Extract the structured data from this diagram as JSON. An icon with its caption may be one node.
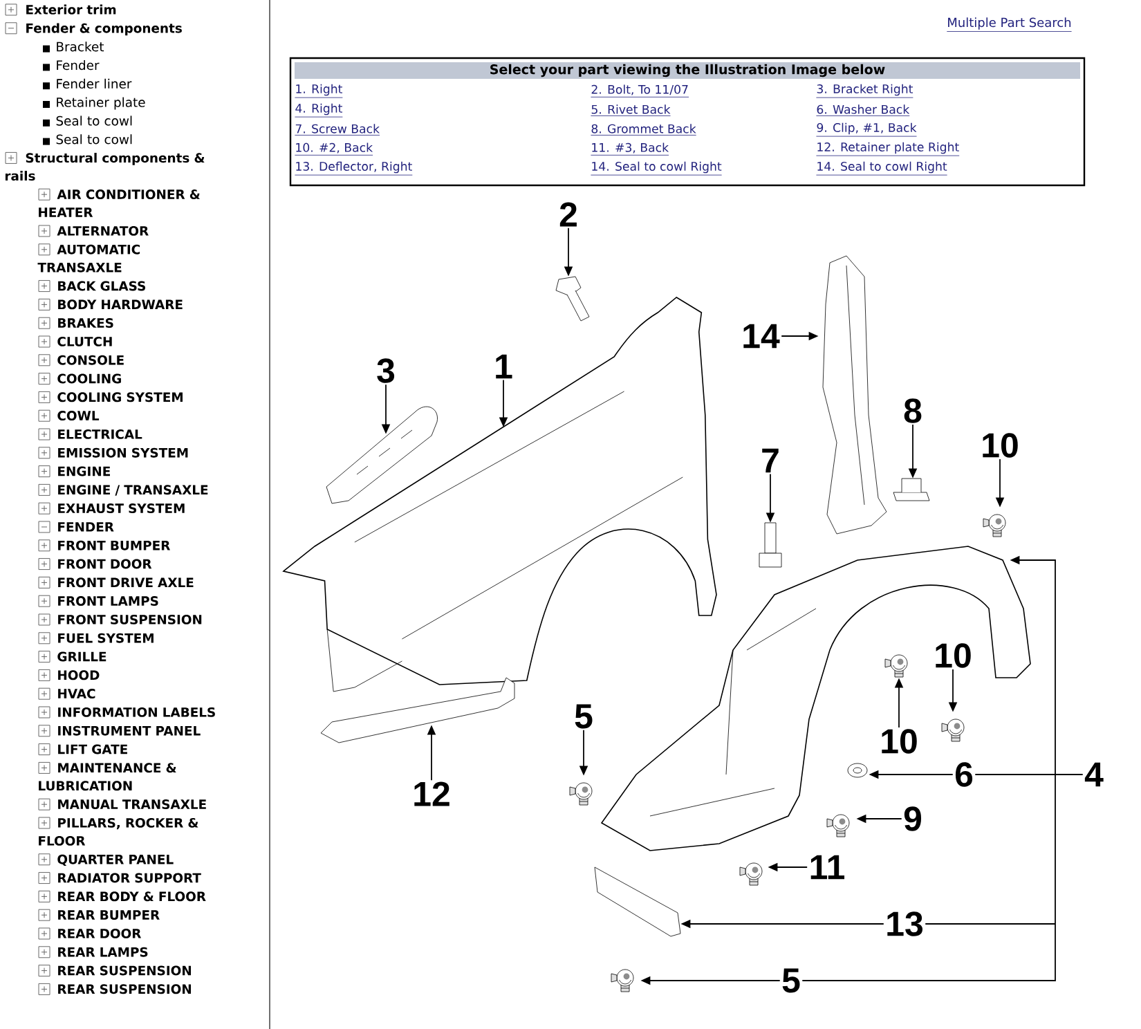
{
  "diagram": {
    "title": "Select your part viewing the Illustration Image below",
    "nodes": [
      {
        "text": [
          "2"
        ]
      },
      {
        "text": [],
        "shape": "picture"
      },
      {
        "text": [
          "14"
        ]
      },
      {
        "text": [],
        "shape": "picture"
      },
      {
        "text": [
          "3"
        ]
      },
      {
        "text": [],
        "shape": "picture"
      },
      {
        "text": [
          "1"
        ]
      },
      {
        "text": [],
        "shape": "picture"
      },
      {
        "text": [
          "8"
        ]
      },
      {
        "text": [],
        "shape": "picture"
      },
      {
        "text": [
          "7"
        ]
      },
      {
        "text": [],
        "shape": "picture"
      },
      {
        "text": [
          "10"
        ]
      },
      {
        "text": [],
        "shape": "picture"
      },
      {
        "text": [
          "5"
        ]
      },
      {
        "text": [],
        "shape": "picture"
      },
      {
        "text": [
          "10"
        ]
      },
      {
        "text": [],
        "shape": "picture"
      },
      {
        "text": [
          "10"
        ]
      },
      {
        "text": [],
        "shape": "picture"
      },
      {
        "text": [
          "12"
        ]
      },
      {
        "text": [],
        "shape": "picture"
      },
      {
        "text": [
          "6"
        ]
      },
      {
        "text": [],
        "shape": "picture"
      },
      {
        "text": [
          "4"
        ]
      },
      {
        "text": [],
        "shape": "picture"
      },
      {
        "text": [
          "9"
        ]
      },
      {
        "text": [],
        "shape": "picture"
      },
      {
        "text": [
          "11"
        ]
      },
      {
        "text": [],
        "shape": "picture"
      },
      {
        "text": [
          "13"
        ]
      },
      {
        "text": [],
        "shape": "picture"
      },
      {
        "text": [
          "5"
        ]
      },
      {
        "text": [],
        "shape": "picture"
      }
    ],
    "edges": [
      {
        "from": 0,
        "to": 1,
        "arrow": "to"
      },
      {
        "from": 2,
        "to": 3,
        "arrow": "to"
      },
      {
        "from": 4,
        "to": 5,
        "arrow": "to"
      },
      {
        "from": 6,
        "to": 7,
        "arrow": "to"
      },
      {
        "from": 8,
        "to": 9,
        "arrow": "to"
      },
      {
        "from": 10,
        "to": 11,
        "arrow": "to"
      },
      {
        "from": 12,
        "to": 13,
        "arrow": "to"
      },
      {
        "from": 14,
        "to": 15,
        "arrow": "to"
      },
      {
        "from": 16,
        "to": 17,
        "arrow": "to"
      },
      {
        "from": 18,
        "to": 19,
        "arrow": "to"
      },
      {
        "from": 20,
        "to": 21,
        "arrow": "to"
      },
      {
        "from": 22,
        "to": 23,
        "arrow": "to"
      },
      {
        "from": 24,
        "to": 25,
        "arrow": "to"
      },
      {
        "from": 26,
        "to": 27,
        "arrow": "to"
      },
      {
        "from": 28,
        "to": 29,
        "arrow": "to"
      },
      {
        "from": 30,
        "to": 31,
        "arrow": "to"
      },
      {
        "from": 32,
        "to": 33,
        "arrow": "to"
      }
    ],
    "labels": [
      "Exterior trim",
      "Fender & components",
      "Bracket",
      "Fender",
      "Fender liner",
      "Retainer plate",
      "Seal to cowl",
      "Seal to cowl",
      "Structural components & rails",
      "AIR CONDITIONER & HEATER",
      "ALTERNATOR",
      "AUTOMATIC TRANSAXLE",
      "BACK GLASS",
      "BODY HARDWARE",
      "BRAKES",
      "CLUTCH",
      "CONSOLE",
      "COOLING",
      "COOLING SYSTEM",
      "COWL",
      "ELECTRICAL",
      "EMISSION SYSTEM",
      "ENGINE",
      "ENGINE / TRANSAXLE",
      "EXHAUST SYSTEM",
      "FENDER",
      "FRONT BUMPER",
      "FRONT DOOR",
      "FRONT DRIVE AXLE",
      "FRONT LAMPS",
      "FRONT SUSPENSION",
      "FUEL SYSTEM",
      "GRILLE",
      "HOOD",
      "HVAC",
      "INFORMATION LABELS",
      "INSTRUMENT PANEL",
      "LIFT GATE",
      "MAINTENANCE & LUBRICATION",
      "MANUAL TRANSAXLE",
      "PILLARS, ROCKER & FLOOR",
      "QUARTER PANEL",
      "RADIATOR SUPPORT",
      "REAR BODY & FLOOR",
      "REAR BUMPER",
      "REAR DOOR",
      "REAR LAMPS",
      "REAR SUSPENSION",
      "REAR SUSPENSION",
      "Multiple Part Search",
      "1. Right",
      "2. Bolt, To 11/07",
      "3. Bracket Right",
      "4. Right",
      "5. Rivet Back",
      "6. Washer Back",
      "7. Screw Back",
      "8. Grommet Back",
      "9. Clip, #1, Back",
      "10. #2, Back",
      "11. #3, Back",
      "12. Retainer plate Right",
      "13. Deflector, Right",
      "14. Seal to cowl Right",
      "14. Seal to cowl Right"
    ]
  }
}
